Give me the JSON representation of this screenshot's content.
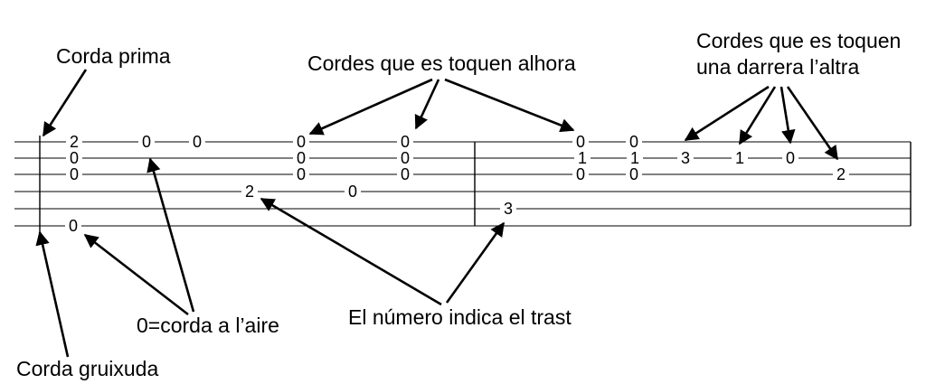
{
  "labels": {
    "corda_prima": "Corda prima",
    "alhora": "Cordes que es toquen alhora",
    "darrera_line1": "Cordes que es toquen",
    "darrera_line2": "una darrera l’altra",
    "aire": "0=corda a l’aire",
    "trast": "El número indica el trast",
    "gruixuda": "Corda gruixuda"
  },
  "tab": {
    "notes": [
      {
        "string": 1,
        "text": "2"
      },
      {
        "string": 2,
        "text": "0"
      },
      {
        "string": 3,
        "text": "0"
      },
      {
        "string": 6,
        "text": "0"
      },
      {
        "string": 1,
        "text": "0"
      },
      {
        "string": 1,
        "text": "0"
      },
      {
        "string": 4,
        "text": "2"
      },
      {
        "string": 1,
        "text": "0"
      },
      {
        "string": 2,
        "text": "0"
      },
      {
        "string": 3,
        "text": "0"
      },
      {
        "string": 4,
        "text": "0"
      },
      {
        "string": 1,
        "text": "0"
      },
      {
        "string": 2,
        "text": "0"
      },
      {
        "string": 3,
        "text": "0"
      },
      {
        "string": 5,
        "text": "3"
      },
      {
        "string": 1,
        "text": "0"
      },
      {
        "string": 2,
        "text": "1"
      },
      {
        "string": 3,
        "text": "0"
      },
      {
        "string": 1,
        "text": "0"
      },
      {
        "string": 2,
        "text": "1"
      },
      {
        "string": 3,
        "text": "0"
      },
      {
        "string": 2,
        "text": "3"
      },
      {
        "string": 2,
        "text": "1"
      },
      {
        "string": 2,
        "text": "0"
      },
      {
        "string": 3,
        "text": "2"
      }
    ]
  }
}
